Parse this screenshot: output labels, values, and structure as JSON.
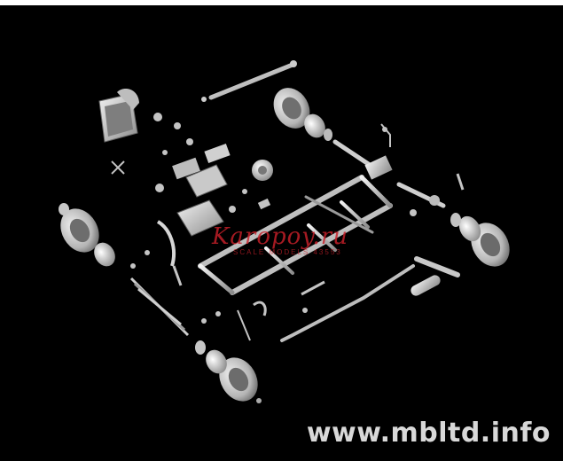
{
  "watermark": {
    "logo_script": "Karopoy.ru",
    "logo_subtitle": "SCALE MODELS 43553",
    "site_url": "www.mbltd.info",
    "logo_color": "#c8202a"
  },
  "palette": {
    "background": "#000000",
    "part_light": "#e4e4e4",
    "part_mid": "#a8a8a8",
    "part_dark": "#5a5a5a"
  }
}
